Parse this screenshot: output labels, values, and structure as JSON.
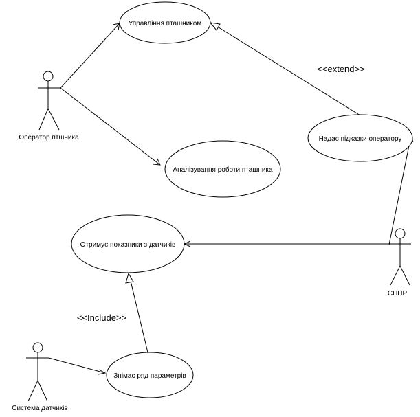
{
  "actors": {
    "operator": {
      "label": "Оператор птшника"
    },
    "dss": {
      "label": "СППР"
    },
    "sensor_system": {
      "label": "Система датчиків"
    }
  },
  "use_cases": {
    "manage": {
      "label": "Управління пташником"
    },
    "analyze": {
      "label": "Аналізування роботи пташника"
    },
    "hints": {
      "label": "Надає підказки оператору"
    },
    "receive": {
      "label": "Отримує показники з датчиків"
    },
    "measure": {
      "label": "Знімає ряд параметрів"
    }
  },
  "relations": {
    "extend": {
      "label": "<<extend>>"
    },
    "include": {
      "label": "<<Include>>"
    }
  }
}
